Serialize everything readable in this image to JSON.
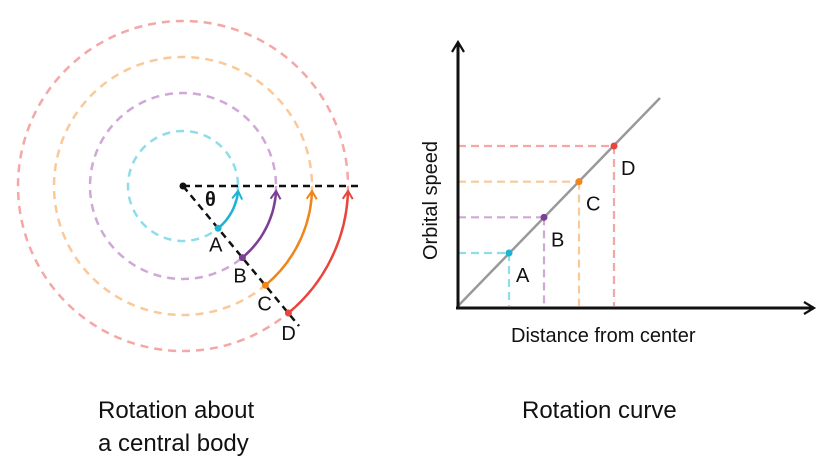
{
  "points": [
    {
      "label": "A",
      "color": "#1fb3d3",
      "light": "#8fdde8",
      "distance": 1,
      "speed": 1
    },
    {
      "label": "B",
      "color": "#7b3f94",
      "light": "#cfa8d6",
      "distance": 2,
      "speed": 2
    },
    {
      "label": "C",
      "color": "#f08519",
      "light": "#f9c99a",
      "distance": 3,
      "speed": 3
    },
    {
      "label": "D",
      "color": "#e8453c",
      "light": "#f5a7a5",
      "distance": 4,
      "speed": 4
    }
  ],
  "angle_symbol": "θ",
  "left_caption": {
    "line1": "Rotation about",
    "line2": "a central body"
  },
  "right_caption": "Rotation curve",
  "chart_data": {
    "type": "line",
    "x": [
      1,
      2,
      3,
      4
    ],
    "y": [
      1,
      2,
      3,
      4
    ],
    "point_labels": [
      "A",
      "B",
      "C",
      "D"
    ],
    "xlabel": "Distance from center",
    "ylabel": "Orbital speed",
    "trend": "linear through origin",
    "grid": false
  }
}
